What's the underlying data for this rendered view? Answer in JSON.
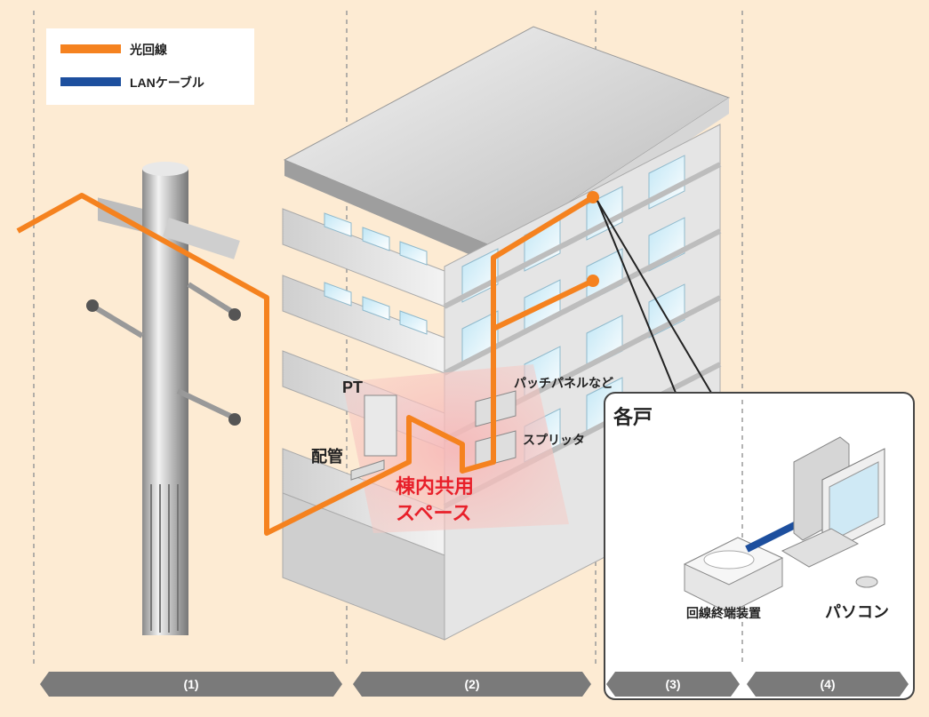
{
  "legend": {
    "fiber_label": "光回線",
    "lan_label": "LANケーブル",
    "fiber_color": "#f5821f",
    "lan_color": "#1d4f9e"
  },
  "labels": {
    "pt": "PT",
    "conduit": "配管",
    "patch_panel": "パッチパネルなど",
    "splitter": "スプリッタ",
    "shared_space_line1": "棟内共用",
    "shared_space_line2": "スペース",
    "unit": "各戸",
    "onu": "回線終端装置",
    "pc": "パソコン"
  },
  "segments": [
    "(1)",
    "(2)",
    "(3)",
    "(4)"
  ],
  "colors": {
    "background": "#fdebd3",
    "segment_bar": "#7a7a7a",
    "highlight_text": "#e8202a"
  }
}
